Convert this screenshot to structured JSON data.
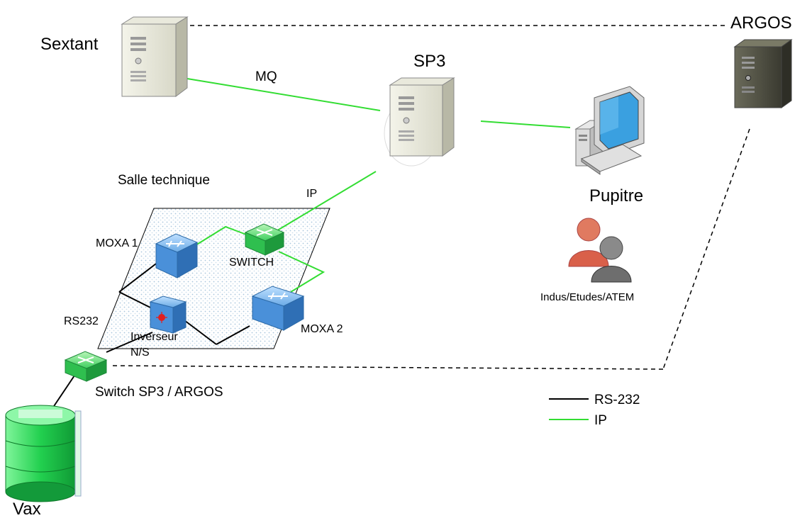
{
  "nodes": {
    "sextant": "Sextant",
    "argos": "ARGOS",
    "sp3": "SP3",
    "pupitre": "Pupitre",
    "users": "Indus/Etudes/ATEM",
    "moxa1": "MOXA 1",
    "switch": "SWITCH",
    "moxa2": "MOXA 2",
    "inverseur_line1": "Inverseur",
    "inverseur_line2": "N/S",
    "switch_sp3_argos": "Switch SP3 / ARGOS",
    "vax": "Vax"
  },
  "labels": {
    "mq": "MQ",
    "ip": "IP",
    "rs232": "RS232",
    "room": "Salle technique"
  },
  "legend": [
    {
      "label": "RS-232",
      "color": "#000000"
    },
    {
      "label": "IP",
      "color": "#33dd33"
    }
  ],
  "colors": {
    "ip_line": "#33dd33",
    "serial_line": "#000000",
    "dashed_link": "#000000",
    "device_blue": "#4a90d9",
    "switch_green": "#2fbf4f",
    "user_red": "#d9604a",
    "user_gray": "#6e6e6e",
    "database_green": "#1ec84a"
  },
  "icons": {
    "sextant": "server-icon",
    "argos": "server-dark-icon",
    "sp3": "server-icon",
    "pupitre": "workstation-icon",
    "users": "users-group-icon",
    "moxa1": "serial-device-server-icon",
    "switch": "network-switch-icon",
    "moxa2": "serial-device-server-icon",
    "inverseur": "switch-inverter-icon",
    "switch_sp3_argos": "network-switch-icon",
    "vax": "database-icon"
  }
}
